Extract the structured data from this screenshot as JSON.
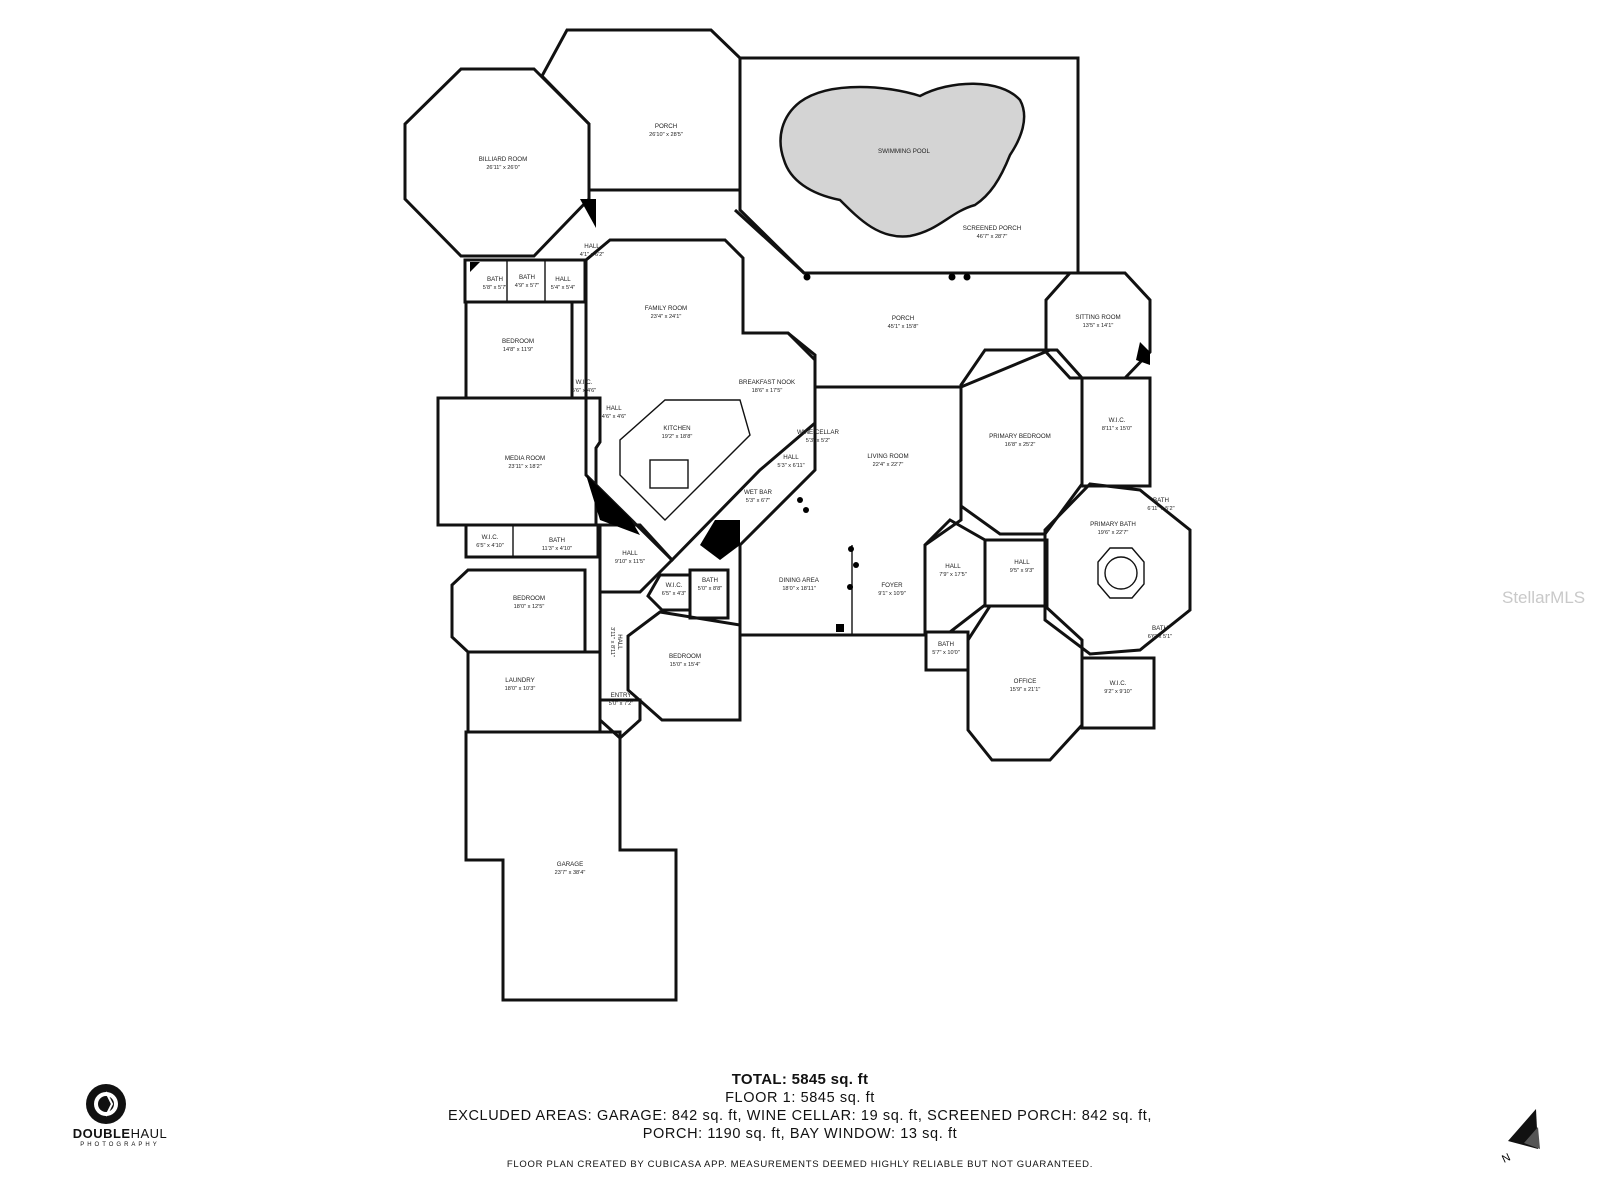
{
  "rooms": {
    "billiard": {
      "name": "BILLIARD ROOM",
      "dims": "26'11\" x 26'0\""
    },
    "porch_top": {
      "name": "PORCH",
      "dims": "26'10\" x 28'5\""
    },
    "pool": {
      "name": "SWIMMING POOL"
    },
    "screened_porch": {
      "name": "SCREENED PORCH",
      "dims": "46'7\" x 28'7\""
    },
    "hall_a": {
      "name": "HALL",
      "dims": "4'1\" x 6'2\""
    },
    "bath_a": {
      "name": "BATH",
      "dims": "5'8\" x 5'7\""
    },
    "bath_b": {
      "name": "BATH",
      "dims": "4'9\" x 5'7\""
    },
    "hall_b": {
      "name": "HALL",
      "dims": "5'4\" x 5'4\""
    },
    "family": {
      "name": "FAMILY ROOM",
      "dims": "23'4\" x 24'1\""
    },
    "porch_mid": {
      "name": "PORCH",
      "dims": "45'1\" x 15'8\""
    },
    "sitting": {
      "name": "SITTING ROOM",
      "dims": "13'5\" x 14'1\""
    },
    "bedroom_a": {
      "name": "BEDROOM",
      "dims": "14'8\" x 11'9\""
    },
    "wic_a": {
      "name": "W.I.C.",
      "dims": "5'6\" x 4'6\""
    },
    "hall_c": {
      "name": "HALL",
      "dims": "4'6\" x 4'6\""
    },
    "breakfast": {
      "name": "BREAKFAST NOOK",
      "dims": "18'6\" x 17'5\""
    },
    "kitchen": {
      "name": "KITCHEN",
      "dims": "19'2\" x 18'8\""
    },
    "wine": {
      "name": "WINE CELLAR",
      "dims": "5'3\" x 5'2\""
    },
    "hall_d": {
      "name": "HALL",
      "dims": "5'3\" x 6'11\""
    },
    "living": {
      "name": "LIVING ROOM",
      "dims": "22'4\" x 22'7\""
    },
    "primary_bed": {
      "name": "PRIMARY BEDROOM",
      "dims": "16'8\" x 25'2\""
    },
    "wic_b": {
      "name": "W.I.C.",
      "dims": "8'11\" x 15'0\""
    },
    "media": {
      "name": "MEDIA ROOM",
      "dims": "23'11\" x 18'2\""
    },
    "wet_bar": {
      "name": "WET BAR",
      "dims": "5'3\" x 6'7\""
    },
    "bath_c": {
      "name": "BATH",
      "dims": "6'11\" x 5'2\""
    },
    "primary_bath": {
      "name": "PRIMARY BATH",
      "dims": "19'6\" x 22'7\""
    },
    "wic_c": {
      "name": "W.I.C.",
      "dims": "6'5\" x 4'10\""
    },
    "bath_d": {
      "name": "BATH",
      "dims": "11'3\" x 4'10\""
    },
    "hall_e": {
      "name": "HALL",
      "dims": "9'10\" x 11'5\""
    },
    "hall_f": {
      "name": "HALL",
      "dims": "7'9\" x 17'5\""
    },
    "hall_g": {
      "name": "HALL",
      "dims": "9'5\" x 9'3\""
    },
    "dining": {
      "name": "DINING AREA",
      "dims": "18'0\" x 18'11\""
    },
    "foyer": {
      "name": "FOYER",
      "dims": "9'1\" x 10'9\""
    },
    "wic_d": {
      "name": "W.I.C.",
      "dims": "6'5\" x 4'3\""
    },
    "bath_e": {
      "name": "BATH",
      "dims": "5'0\" x 8'8\""
    },
    "bedroom_b": {
      "name": "BEDROOM",
      "dims": "18'0\" x 12'5\""
    },
    "hall_h": {
      "name": "HALL",
      "dims": "3'11\" x 8'11\""
    },
    "bedroom_c": {
      "name": "BEDROOM",
      "dims": "15'0\" x 15'4\""
    },
    "bath_f": {
      "name": "BATH",
      "dims": "6'6\" x 5'1\""
    },
    "bath_g": {
      "name": "BATH",
      "dims": "5'7\" x 10'0\""
    },
    "office": {
      "name": "OFFICE",
      "dims": "15'9\" x 21'1\""
    },
    "wic_e": {
      "name": "W.I.C.",
      "dims": "9'2\" x 9'10\""
    },
    "laundry": {
      "name": "LAUNDRY",
      "dims": "18'0\" x 10'3\""
    },
    "entry": {
      "name": "ENTRY",
      "dims": "5'0\" x 7'2\""
    },
    "garage": {
      "name": "GARAGE",
      "dims": "23'7\" x 38'4\""
    }
  },
  "summary": {
    "total": "TOTAL: 5845 sq. ft",
    "floor": "FLOOR 1: 5845 sq. ft",
    "excluded_1": "EXCLUDED AREAS: GARAGE: 842 sq. ft, WINE CELLAR: 19 sq. ft, SCREENED PORCH: 842 sq. ft,",
    "excluded_2": "PORCH: 1190 sq. ft, BAY WINDOW: 13 sq. ft"
  },
  "disclaimer": "FLOOR PLAN CREATED BY CUBICASA APP. MEASUREMENTS DEEMED HIGHLY RELIABLE BUT NOT GUARANTEED.",
  "logo": {
    "brand_bold": "DOUBLE",
    "brand_rest": "HAUL",
    "sub": "PHOTOGRAPHY"
  },
  "watermark": "StellarMLS",
  "compass": {
    "label": "N",
    "icon": "north-arrow-icon"
  },
  "colors": {
    "walls": "#111111",
    "pool": "#d4d4d4",
    "watermark": "#c9c9c9"
  }
}
